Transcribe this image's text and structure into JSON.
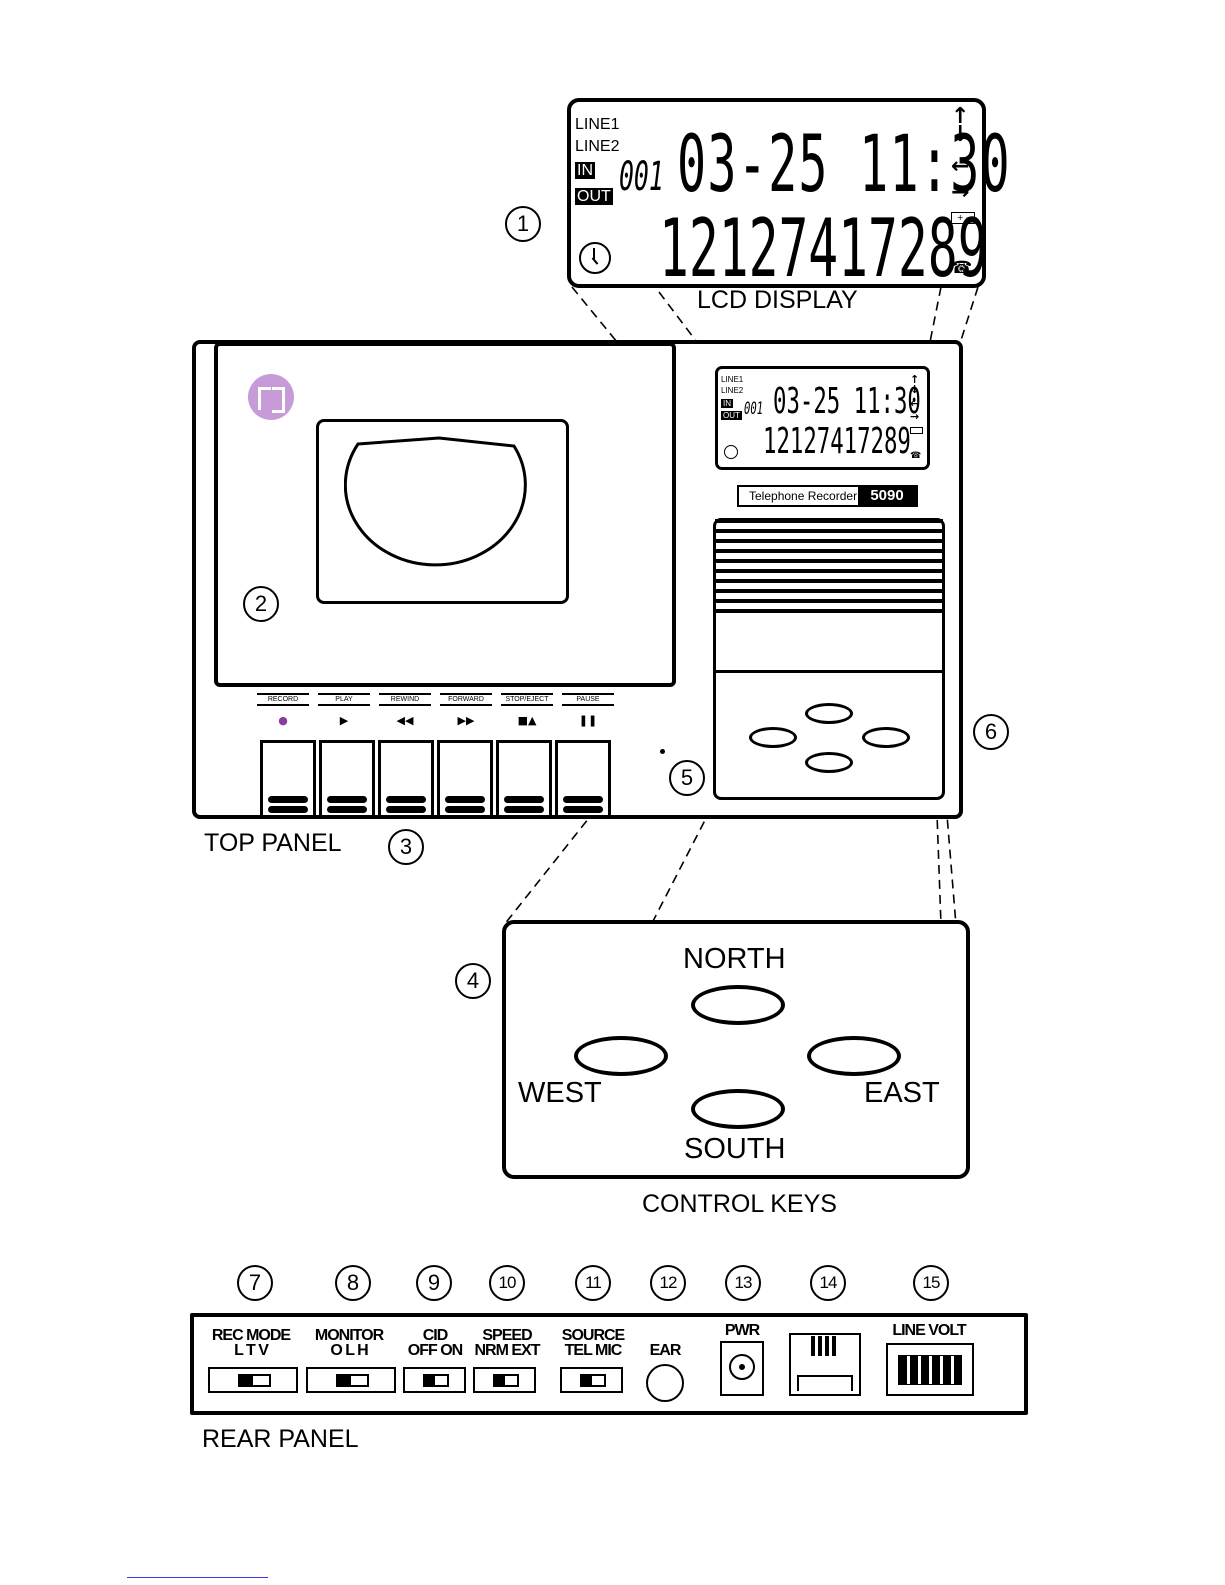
{
  "lcd_display": {
    "line1": "LINE1",
    "line2": "LINE2",
    "in": "IN",
    "out": "OUT",
    "call_number": "001",
    "date_time": "03-25 11:30",
    "phone_number": "12127417289",
    "caption": "LCD DISPLAY",
    "arrow_icons": [
      "arrow-up-icon",
      "arrow-down-icon",
      "arrow-left-icon",
      "arrow-right-icon"
    ],
    "battery_icon": "+ -"
  },
  "callouts": [
    "1",
    "2",
    "3",
    "4",
    "5",
    "6",
    "7",
    "8",
    "9",
    "10",
    "11",
    "12",
    "13",
    "14",
    "15"
  ],
  "top_panel": {
    "caption": "TOP PANEL",
    "badge": "Telephone Recorder",
    "model": "5090",
    "logo_color": "#c79bd8",
    "record_dot_color": "#8a3b9e",
    "buttons": [
      {
        "label": "RECORD",
        "symbol": "●"
      },
      {
        "label": "PLAY",
        "symbol": "▶"
      },
      {
        "label": "REWIND",
        "symbol": "◀◀"
      },
      {
        "label": "FORWARD",
        "symbol": "▶▶"
      },
      {
        "label": "STOP/EJECT",
        "symbol": "■▲"
      },
      {
        "label": "PAUSE",
        "symbol": "❚❚"
      }
    ]
  },
  "control_keys": {
    "caption": "CONTROL KEYS",
    "north": "NORTH",
    "west": "WEST",
    "east": "EAST",
    "south": "SOUTH"
  },
  "rear_panel": {
    "caption": "REAR PANEL",
    "rec_mode": {
      "title": "REC MODE",
      "options": "L T V"
    },
    "monitor": {
      "title": "MONITOR",
      "options": "O L H"
    },
    "cid": {
      "title": "CID",
      "options": "OFF ON"
    },
    "speed": {
      "title": "SPEED",
      "options": "NRM EXT"
    },
    "source": {
      "title": "SOURCE",
      "options": "TEL MIC"
    },
    "ear": "EAR",
    "pwr": "PWR",
    "line_volt": "LINE VOLT"
  }
}
